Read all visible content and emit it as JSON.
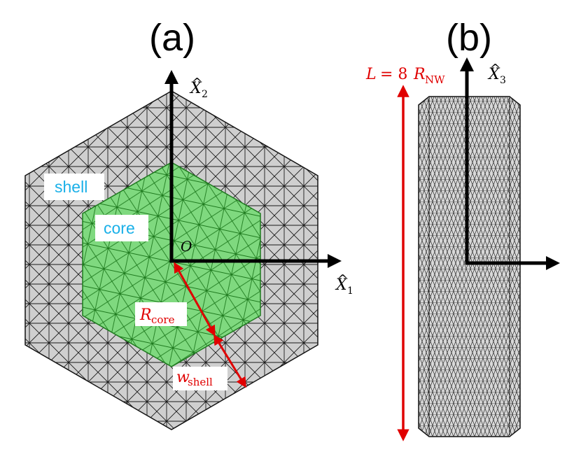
{
  "panels": {
    "a": {
      "label": "(a)",
      "regions": {
        "shell": "shell",
        "core": "core"
      },
      "origin_label": "O",
      "axis_x1": {
        "letter": "X",
        "subscript": "1"
      },
      "axis_x2": {
        "letter": "X",
        "subscript": "2"
      },
      "r_core": {
        "letter": "R",
        "subscript": "core"
      },
      "w_shell": {
        "letter": "w",
        "subscript": "shell"
      }
    },
    "b": {
      "label": "(b)",
      "axis_x3": {
        "letter": "X",
        "subscript": "3"
      },
      "length_label": {
        "lhs": "L",
        "eq": " = 8",
        "letter": "R",
        "subscript": "NW"
      }
    }
  },
  "colors": {
    "shell_fill": "#cfcfcf",
    "core_fill": "#7fd97f",
    "core_mesh": "#1e7a1e",
    "mesh": "#1a1a1a",
    "dimension": "#e00000",
    "region_text": "#1ab0e8",
    "axis": "#000000"
  }
}
